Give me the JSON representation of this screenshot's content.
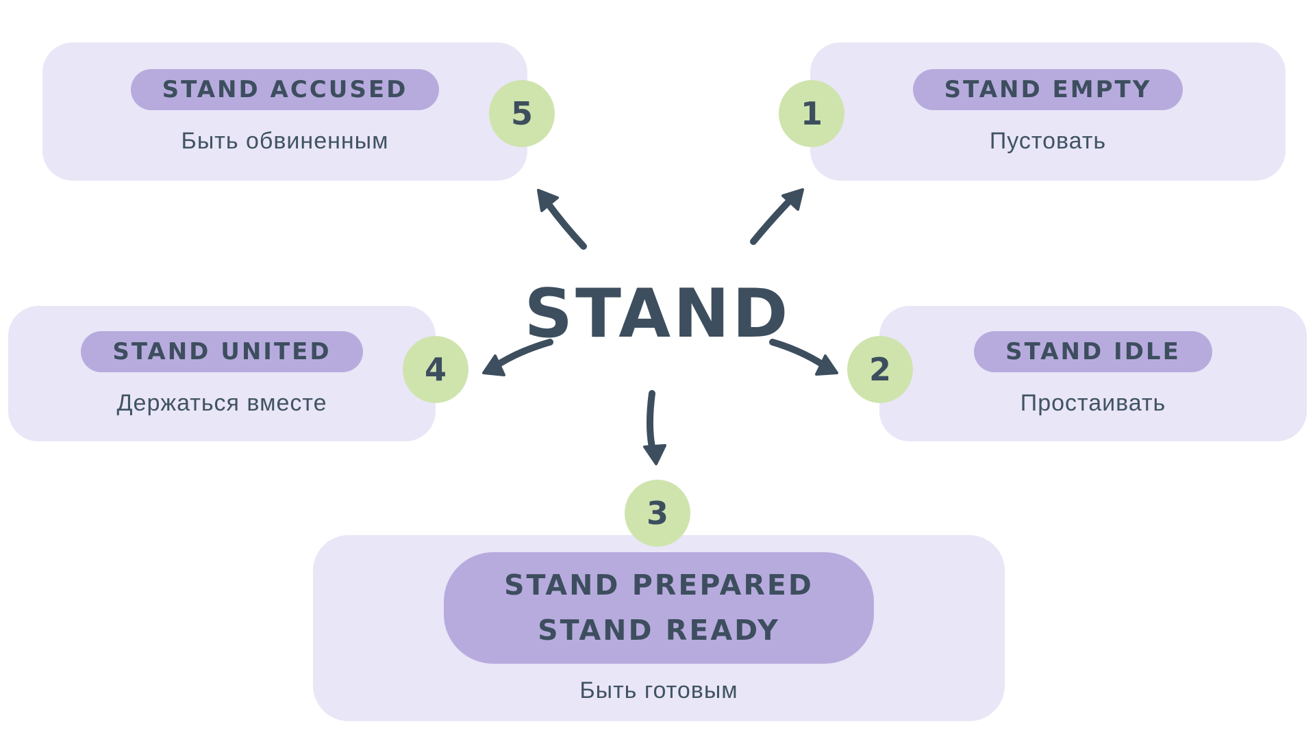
{
  "center": {
    "label": "STAND"
  },
  "nodes": [
    {
      "number": "1",
      "term": "STAND EMPTY",
      "translation": "Пустовать",
      "position": "top-right"
    },
    {
      "number": "2",
      "term": "STAND IDLE",
      "translation": "Простаивать",
      "position": "middle-right"
    },
    {
      "number": "3",
      "term": "STAND PREPARED STAND READY",
      "term_lines": [
        "STAND PREPARED",
        "STAND READY"
      ],
      "translation": "Быть готовым",
      "position": "bottom"
    },
    {
      "number": "4",
      "term": "STAND UNITED",
      "translation": "Держаться вместе",
      "position": "middle-left"
    },
    {
      "number": "5",
      "term": "STAND ACCUSED",
      "translation": "Быть обвиненным",
      "position": "top-left"
    }
  ],
  "colors": {
    "canvas_bg": "#ffffff",
    "card_bg": "#e9e6f7",
    "pill_bg": "#b7abde",
    "number_badge_bg": "#cfe4ad",
    "ink": "#3d4e5e"
  }
}
